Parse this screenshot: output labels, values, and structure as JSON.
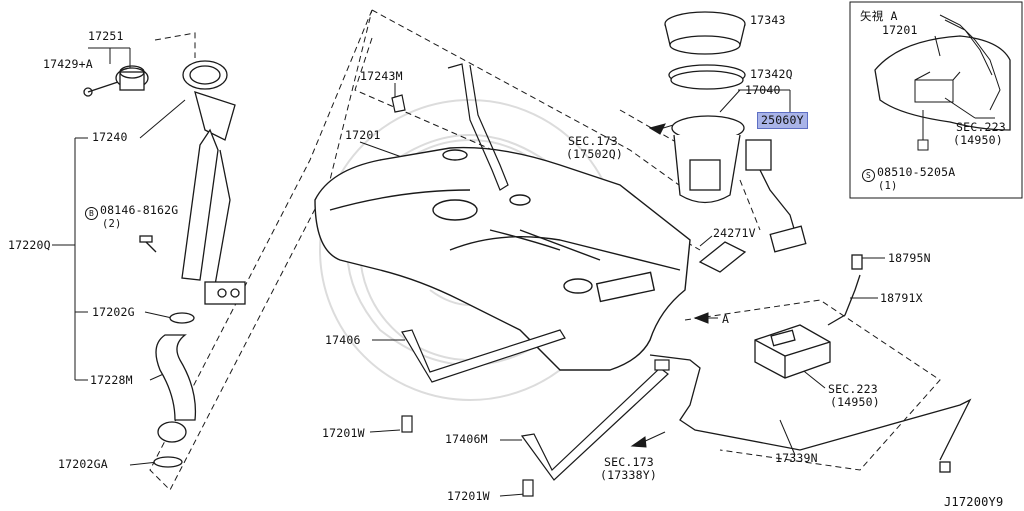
{
  "parts": {
    "p17251": "17251",
    "p17429a": "17429+A",
    "p17240": "17240",
    "p17220q": "17220Q",
    "p08146_prefix": "B",
    "p08146": "08146-8162G",
    "p08146_qty": "(2)",
    "p17202g": "17202G",
    "p17228m": "17228M",
    "p17202ga": "17202GA",
    "p17243m": "17243M",
    "p17201": "17201",
    "p17406": "17406",
    "p17201w_a": "17201W",
    "p17406m": "17406M",
    "p17201w_b": "17201W",
    "p17343": "17343",
    "p17342q": "17342Q",
    "p17040": "17040",
    "p25060y": "25060Y",
    "p24271v": "24271V",
    "p18795n": "18795N",
    "p18791x": "18791X",
    "p17339n": "17339N",
    "arrow_a": "A"
  },
  "sections": {
    "sec173_top": "SEC.173",
    "sec173_top_ref": "(17502Q)",
    "sec173_bottom": "SEC.173",
    "sec173_bottom_ref": "(17338Y)",
    "sec223_main": "SEC.223",
    "sec223_main_ref": "(14950)"
  },
  "inset": {
    "title": "矢視 A",
    "p17201": "17201",
    "sec223": "SEC.223",
    "sec223_ref": "(14950)",
    "bolt_prefix": "S",
    "bolt": "08510-5205A",
    "bolt_qty": "(1)"
  },
  "diagram_code": "J17200Y9",
  "colors": {
    "line": "#1a1a1a",
    "highlight_fill": "#a9b4e8",
    "highlight_border": "#5e6fc4",
    "watermark": "#d8d8d8"
  }
}
